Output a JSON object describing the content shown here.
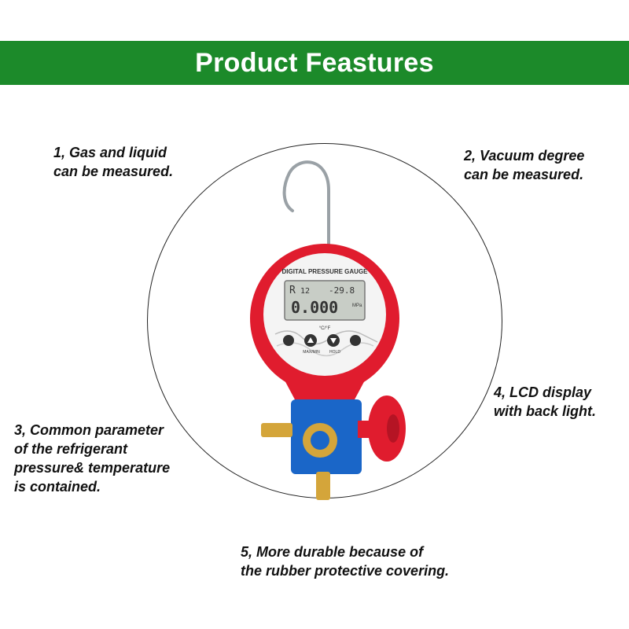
{
  "banner": {
    "title": "Product Feastures",
    "color": "#1c8a2a"
  },
  "features": [
    {
      "text": "1, Gas and liquid\ncan be measured."
    },
    {
      "text": "2, Vacuum degree\ncan be measured."
    },
    {
      "text": "3, Common parameter\nof the refrigerant\npressure& temperature\nis contained."
    },
    {
      "text": "4, LCD display\nwith back light."
    },
    {
      "text": "5, More durable because of\nthe rubber protective covering."
    }
  ],
  "gauge": {
    "brand_text": "DIGITAL PRESSURE GAUGE",
    "lcd_refrigerant": "R",
    "lcd_number": "12",
    "lcd_temp": "-29.8",
    "lcd_pressure": "0.000",
    "lcd_unit": "MPa",
    "btn_label_left": "MAX/MIN",
    "btn_label_right": "HOLD",
    "unit_label": "°C/°F",
    "colors": {
      "body": "#e01c2e",
      "valve": "#1a66c8",
      "brass": "#d4a53a",
      "lcd": "#c8cdc6"
    }
  }
}
